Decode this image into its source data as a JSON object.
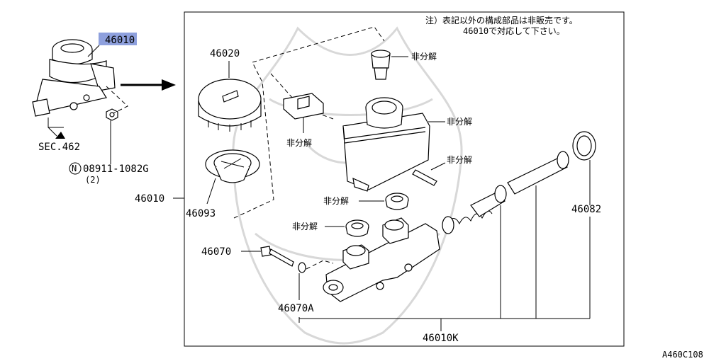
{
  "note": {
    "line1": "注）表記以外の構成部品は非販売です。",
    "line2": "46010で対応して下さい。"
  },
  "labels": {
    "assembly_highlight": "46010",
    "sec": "SEC.462",
    "nut_circle": "N",
    "nut_part": "08911-1082G",
    "nut_qty": "(2)",
    "assembly": "46010",
    "cap": "46020",
    "strainer": "46093",
    "bolt": "46070",
    "washer": "46070A",
    "cylinder_kit": "46010K",
    "piston_kit": "46082",
    "nd_connector": "非分解",
    "nd_switch": "非分解",
    "nd_reservoir": "非分解",
    "nd_pin": "非分解",
    "nd_grommet1": "非分解",
    "nd_grommet2": "非分解"
  },
  "figure_code": "A460C108",
  "colors": {
    "highlight": "#8ea0dd",
    "line": "#000000",
    "watermark": "#d8d8d8"
  }
}
